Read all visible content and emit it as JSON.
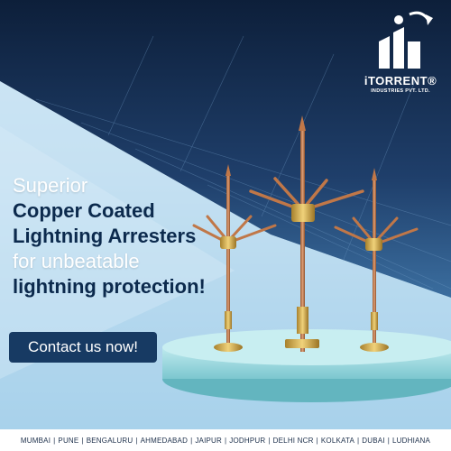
{
  "brand": {
    "name": "iTORRENT",
    "registered": "®",
    "sub": "INDUSTRIES PVT. LTD."
  },
  "headline": {
    "line1": "Superior",
    "line2": "Copper Coated",
    "line3": "Lightning Arresters",
    "line4": "for unbeatable",
    "line5": "lightning protection!"
  },
  "cta": {
    "label": "Contact us now!"
  },
  "cities": [
    "MUMBAI",
    "PUNE",
    "BENGALURU",
    "AHMEDABAD",
    "JAIPUR",
    "JODHPUR",
    "DELHI NCR",
    "KOLKATA",
    "DUBAI",
    "LUDHIANA"
  ],
  "colors": {
    "navy": "#173a63",
    "dark_navy": "#0c2a4d",
    "copper": "#c17a4a",
    "brass": "#d2a94d",
    "pedestal": "#9bd6dc"
  }
}
